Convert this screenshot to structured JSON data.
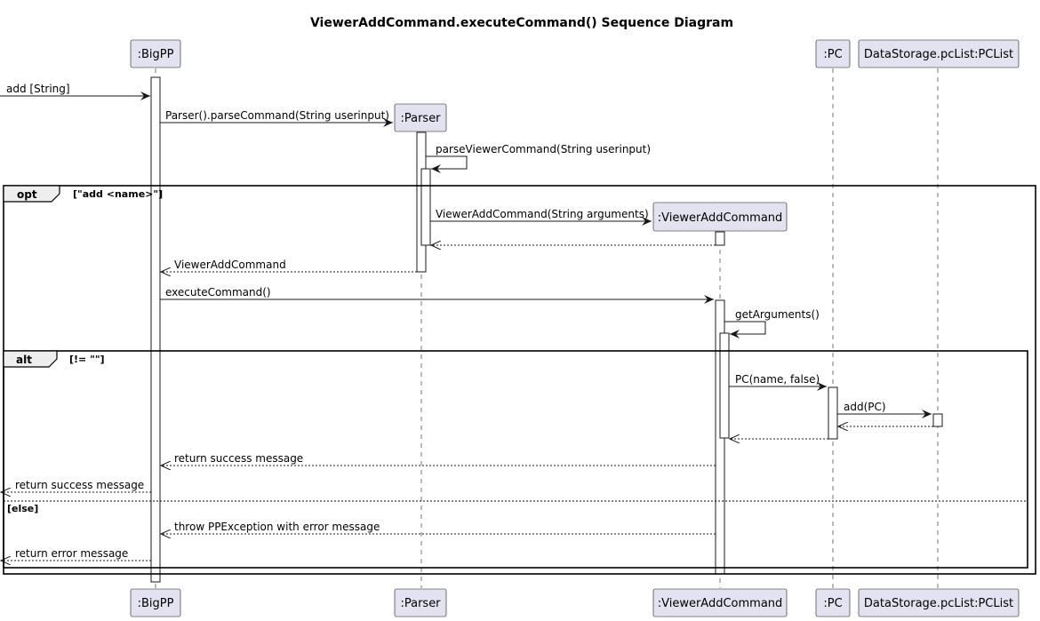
{
  "diagram": {
    "title": "ViewerAddCommand.executeCommand() Sequence Diagram",
    "participants": {
      "bigpp": ":BigPP",
      "parser": ":Parser",
      "viewer": ":ViewerAddCommand",
      "pc": ":PC",
      "pclist": "DataStorage.pcList:PCList"
    },
    "messages": {
      "m1": "add [String]",
      "m2": "Parser().parseCommand(String userinput)",
      "m3": "parseViewerCommand(String userinput)",
      "m4": "ViewerAddCommand(String arguments)",
      "m5": "ViewerAddCommand",
      "m6": "executeCommand()",
      "m7": "getArguments()",
      "m8": "PC(name, false)",
      "m9": "add(PC)",
      "m10": "return success message",
      "m11": "return success message",
      "m12": "throw PPException with error message",
      "m13": "return error message"
    },
    "fragments": {
      "opt": {
        "keyword": "opt",
        "guard": "[\"add <name>\"]"
      },
      "alt": {
        "keyword": "alt",
        "guard": "[!= \"\"]",
        "else_guard": "[else]"
      }
    }
  }
}
